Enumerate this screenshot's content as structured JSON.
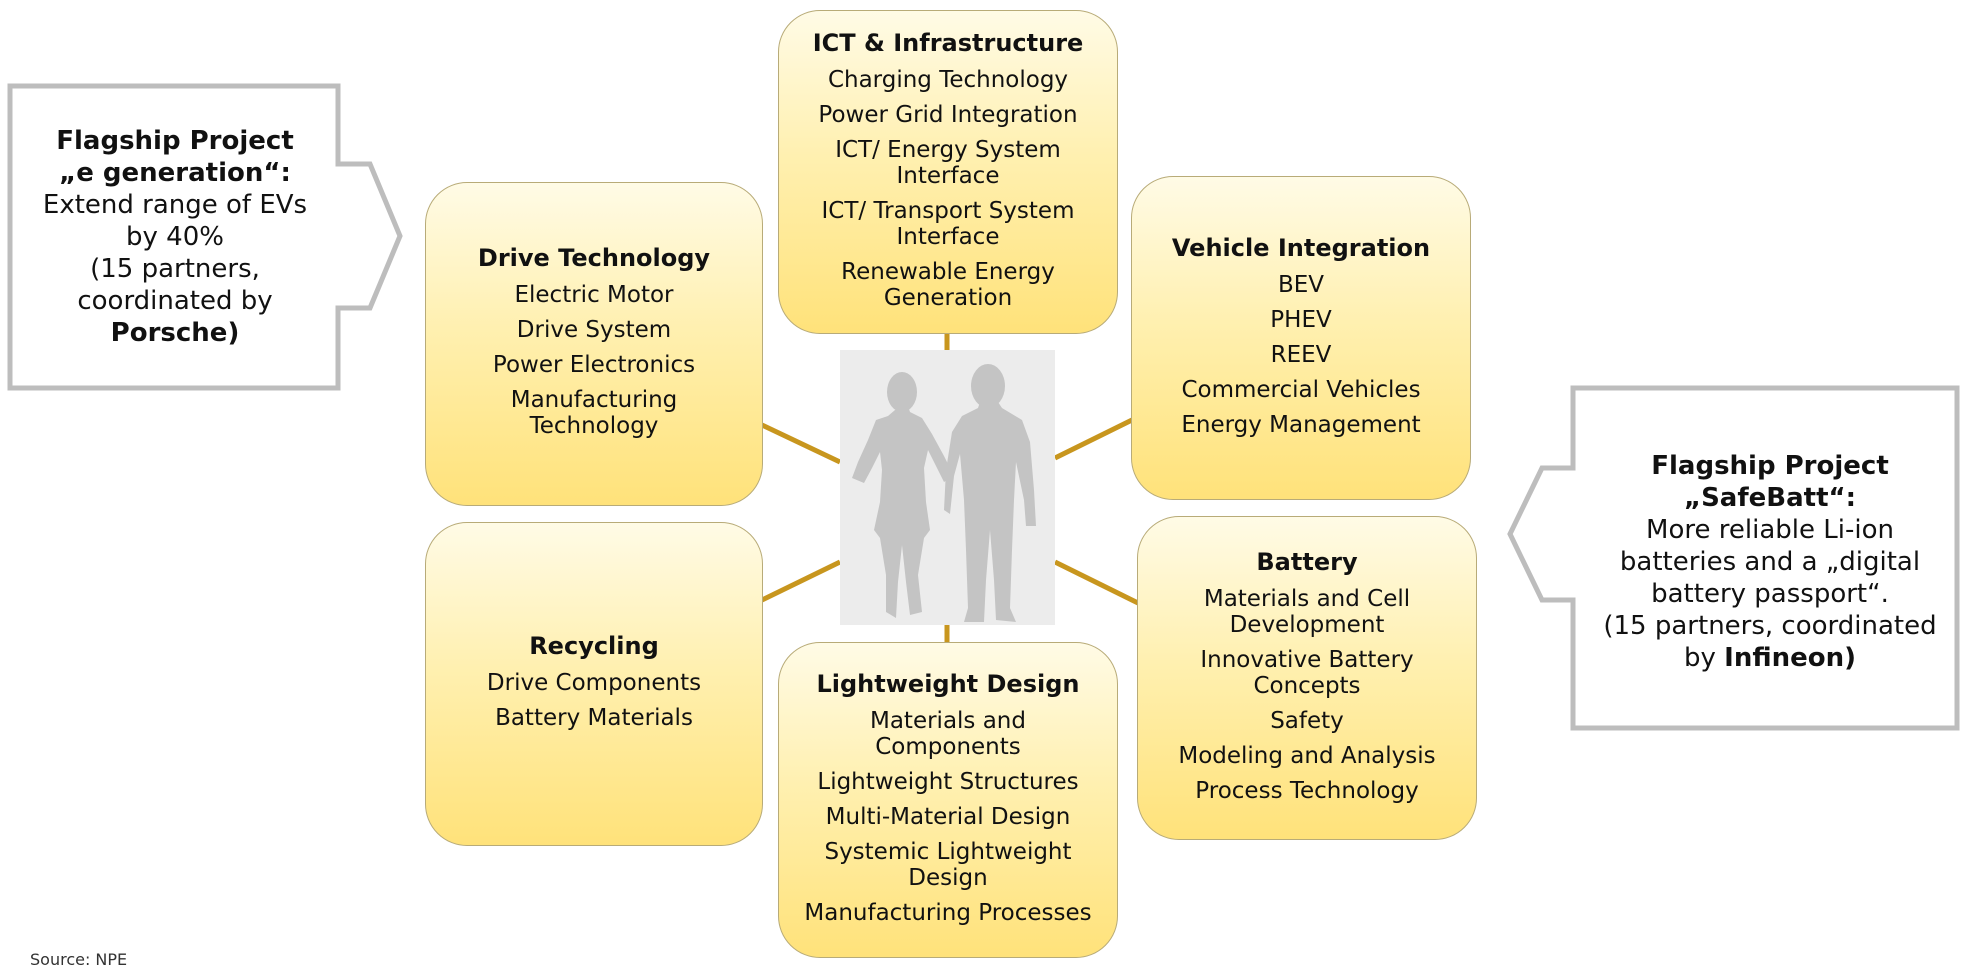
{
  "center_image": "silhouettes-man-woman",
  "boxes": {
    "ict": {
      "title": "ICT & Infrastructure",
      "items": [
        "Charging Technology",
        "Power Grid Integration",
        "ICT/ Energy System Interface",
        "ICT/ Transport System Interface",
        "Renewable Energy Generation"
      ]
    },
    "drive": {
      "title": "Drive Technology",
      "items": [
        "Electric Motor",
        "Drive System",
        "Power Electronics",
        "Manufacturing Technology"
      ]
    },
    "vehicle": {
      "title": "Vehicle Integration",
      "items": [
        "BEV",
        "PHEV",
        "REEV",
        "Commercial Vehicles",
        "Energy Management"
      ]
    },
    "recycling": {
      "title": "Recycling",
      "items": [
        "Drive Components",
        "Battery Materials"
      ]
    },
    "lightweight": {
      "title": "Lightweight Design",
      "items": [
        "Materials and Components",
        "Lightweight Structures",
        "Multi-Material Design",
        "Systemic Lightweight Design",
        "Manufacturing Processes"
      ]
    },
    "battery": {
      "title": "Battery",
      "items": [
        "Materials and Cell Development",
        "Innovative Battery Concepts",
        "Safety",
        "Modeling and Analysis",
        "Process Technology"
      ]
    }
  },
  "callouts": {
    "left": {
      "title1": "Flagship Project",
      "title2": "„e generation“:",
      "line1": "Extend range of EVs",
      "line2": "by 40%",
      "line3": "(15 partners,",
      "line4": "coordinated by",
      "bold_end": "Porsche)"
    },
    "right": {
      "title1": "Flagship Project",
      "title2": "„SafeBatt“:",
      "line1": "More reliable Li-ion",
      "line2": "batteries and a „digital",
      "line3": "battery passport“.",
      "line4": "(15 partners, coordinated",
      "line5_pre": "by ",
      "bold_end": "Infineon)"
    }
  },
  "source": "Source: NPE",
  "colors": {
    "connector": "#c8961e",
    "box_border": "#b8ab78",
    "box_fill_top": "#fffbe6",
    "box_fill_bottom": "#ffe27a",
    "callout_border": "#bdbdbd"
  }
}
